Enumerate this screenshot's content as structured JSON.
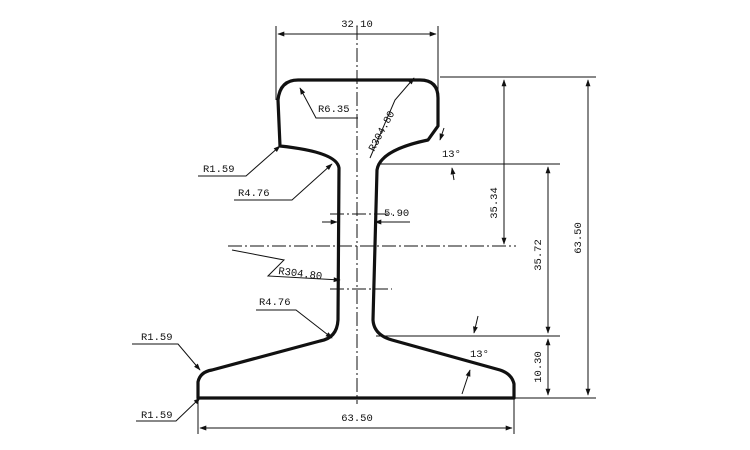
{
  "dimensions": {
    "head_width": "32.10",
    "head_radius": "R6.35",
    "crown_radius": "R304.80",
    "head_fillet_radius": "R1.59",
    "upper_web_radius": "R4.76",
    "web_thickness": "5.90",
    "web_radius": "R304.80",
    "lower_web_radius": "R4.76",
    "base_top_radius": "R1.59",
    "base_bottom_radius": "R1.59",
    "base_width": "63.50",
    "head_height": "35.34",
    "web_height": "35.72",
    "base_height": "10.30",
    "total_height": "63.50",
    "upper_angle": "13°",
    "lower_angle": "13°"
  },
  "colors": {
    "ink": "#111111",
    "paper": "#ffffff"
  }
}
